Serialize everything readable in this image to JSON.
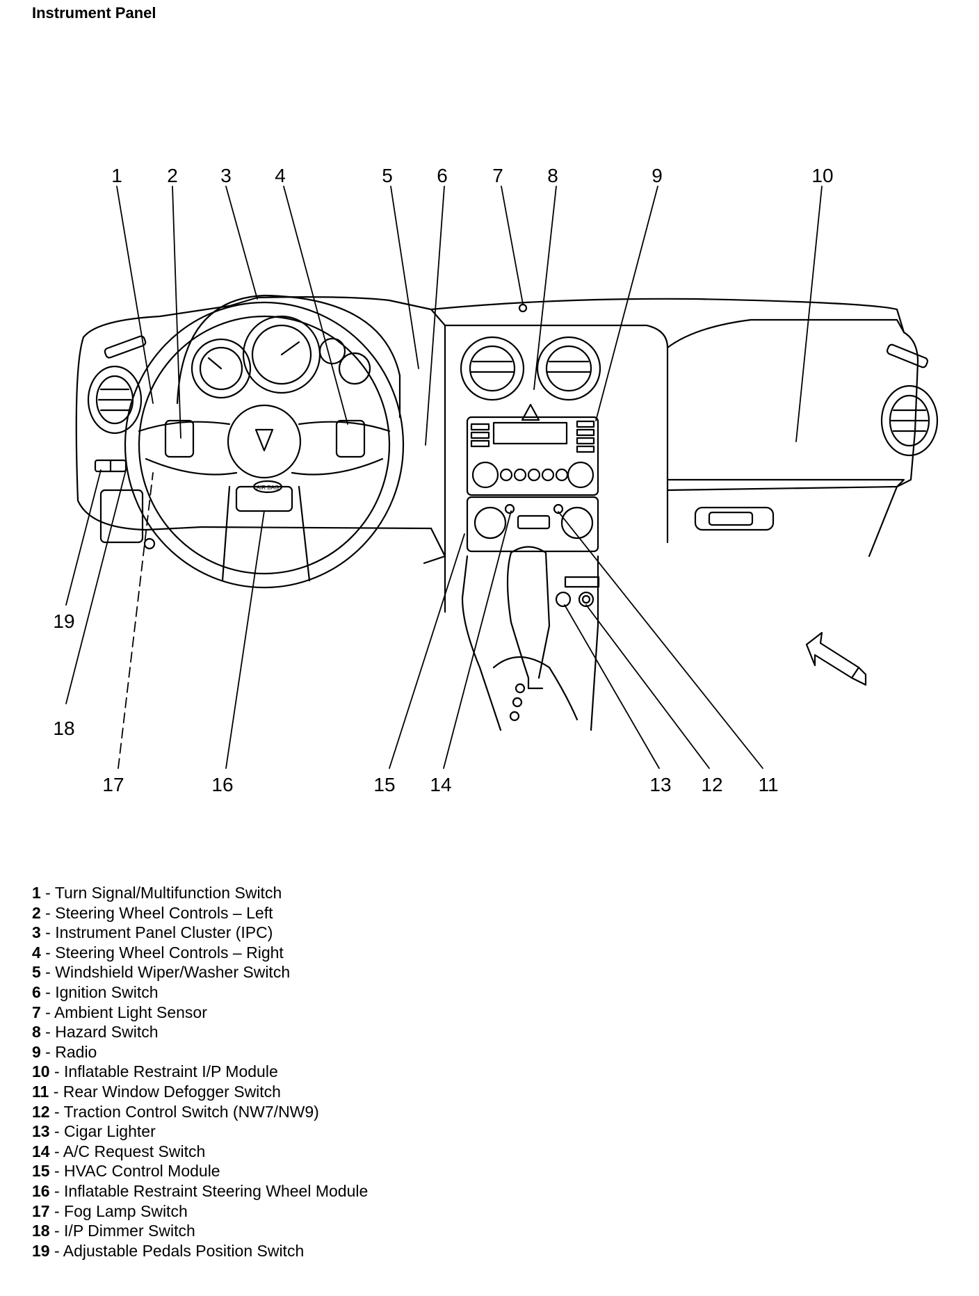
{
  "title": "Instrument Panel",
  "callout_numbers": [
    "1",
    "2",
    "3",
    "4",
    "5",
    "6",
    "7",
    "8",
    "9",
    "10",
    "11",
    "12",
    "13",
    "14",
    "15",
    "16",
    "17",
    "18",
    "19"
  ],
  "legend": [
    {
      "num": "1",
      "label": "Turn Signal/Multifunction Switch"
    },
    {
      "num": "2",
      "label": "Steering Wheel Controls – Left"
    },
    {
      "num": "3",
      "label": "Instrument Panel Cluster (IPC)"
    },
    {
      "num": "4",
      "label": "Steering Wheel Controls – Right"
    },
    {
      "num": "5",
      "label": "Windshield Wiper/Washer Switch"
    },
    {
      "num": "6",
      "label": "Ignition Switch"
    },
    {
      "num": "7",
      "label": "Ambient Light Sensor"
    },
    {
      "num": "8",
      "label": "Hazard Switch"
    },
    {
      "num": "9",
      "label": "Radio"
    },
    {
      "num": "10",
      "label": "Inflatable Restraint I/P Module"
    },
    {
      "num": "11",
      "label": "Rear Window Defogger Switch"
    },
    {
      "num": "12",
      "label": "Traction Control Switch (NW7/NW9)"
    },
    {
      "num": "13",
      "label": "Cigar Lighter"
    },
    {
      "num": "14",
      "label": "A/C Request Switch"
    },
    {
      "num": "15",
      "label": "HVAC Control Module"
    },
    {
      "num": "16",
      "label": "Inflatable Restraint Steering Wheel Module"
    },
    {
      "num": "17",
      "label": "Fog Lamp Switch"
    },
    {
      "num": "18",
      "label": "I/P Dimmer Switch"
    },
    {
      "num": "19",
      "label": "Adjustable Pedals Position Switch"
    }
  ],
  "airbag_text": "AIR BAG"
}
